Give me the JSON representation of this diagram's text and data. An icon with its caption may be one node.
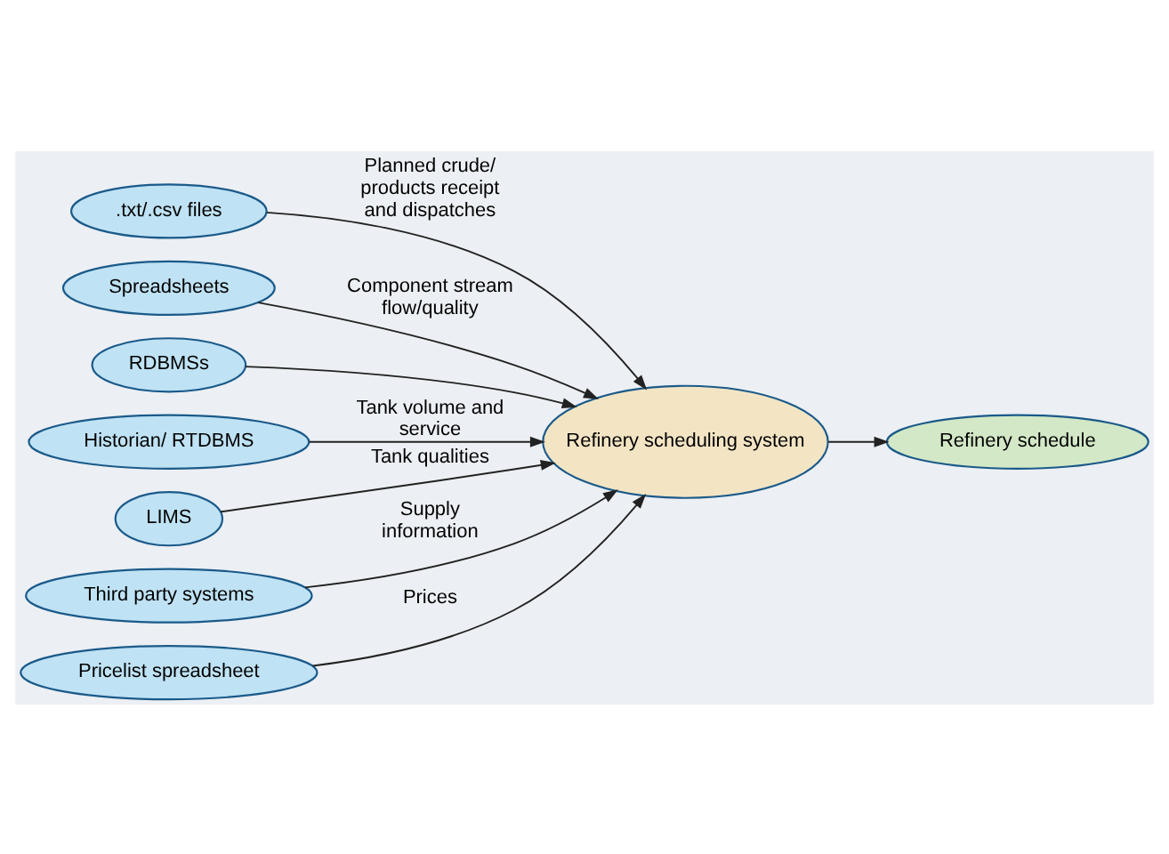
{
  "diagram": {
    "nodes": [
      {
        "text": [
          ".txt/.csv files"
        ]
      },
      {
        "text": [
          "Spreadsheets"
        ]
      },
      {
        "text": [
          "RDBMSs"
        ]
      },
      {
        "text": [
          "Historian/ RTDBMS"
        ]
      },
      {
        "text": [
          "Refinery scheduling system"
        ]
      },
      {
        "text": [
          "Refinery schedule"
        ]
      },
      {
        "text": [
          "LIMS"
        ]
      },
      {
        "text": [
          "Third party systems"
        ]
      },
      {
        "text": [
          "Pricelist spreadsheet"
        ]
      }
    ],
    "edges": [
      {
        "from": 0,
        "to": 4,
        "arrow": "to",
        "label": "Planned crude/ products receipt and dispatches"
      },
      {
        "from": 1,
        "to": 4,
        "arrow": "to",
        "label": "Component stream flow/quality"
      },
      {
        "from": 2,
        "to": 4,
        "arrow": "to"
      },
      {
        "from": 3,
        "to": 4,
        "arrow": "to",
        "label": "Tank volume and service"
      },
      {
        "from": 4,
        "to": 5,
        "arrow": "to"
      },
      {
        "from": 6,
        "to": 4,
        "arrow": "to",
        "label": "Tank qualities"
      },
      {
        "from": 7,
        "to": 4,
        "arrow": "to",
        "label": "Supply information"
      },
      {
        "from": 8,
        "to": 4,
        "arrow": "to",
        "label": "Prices"
      }
    ]
  }
}
